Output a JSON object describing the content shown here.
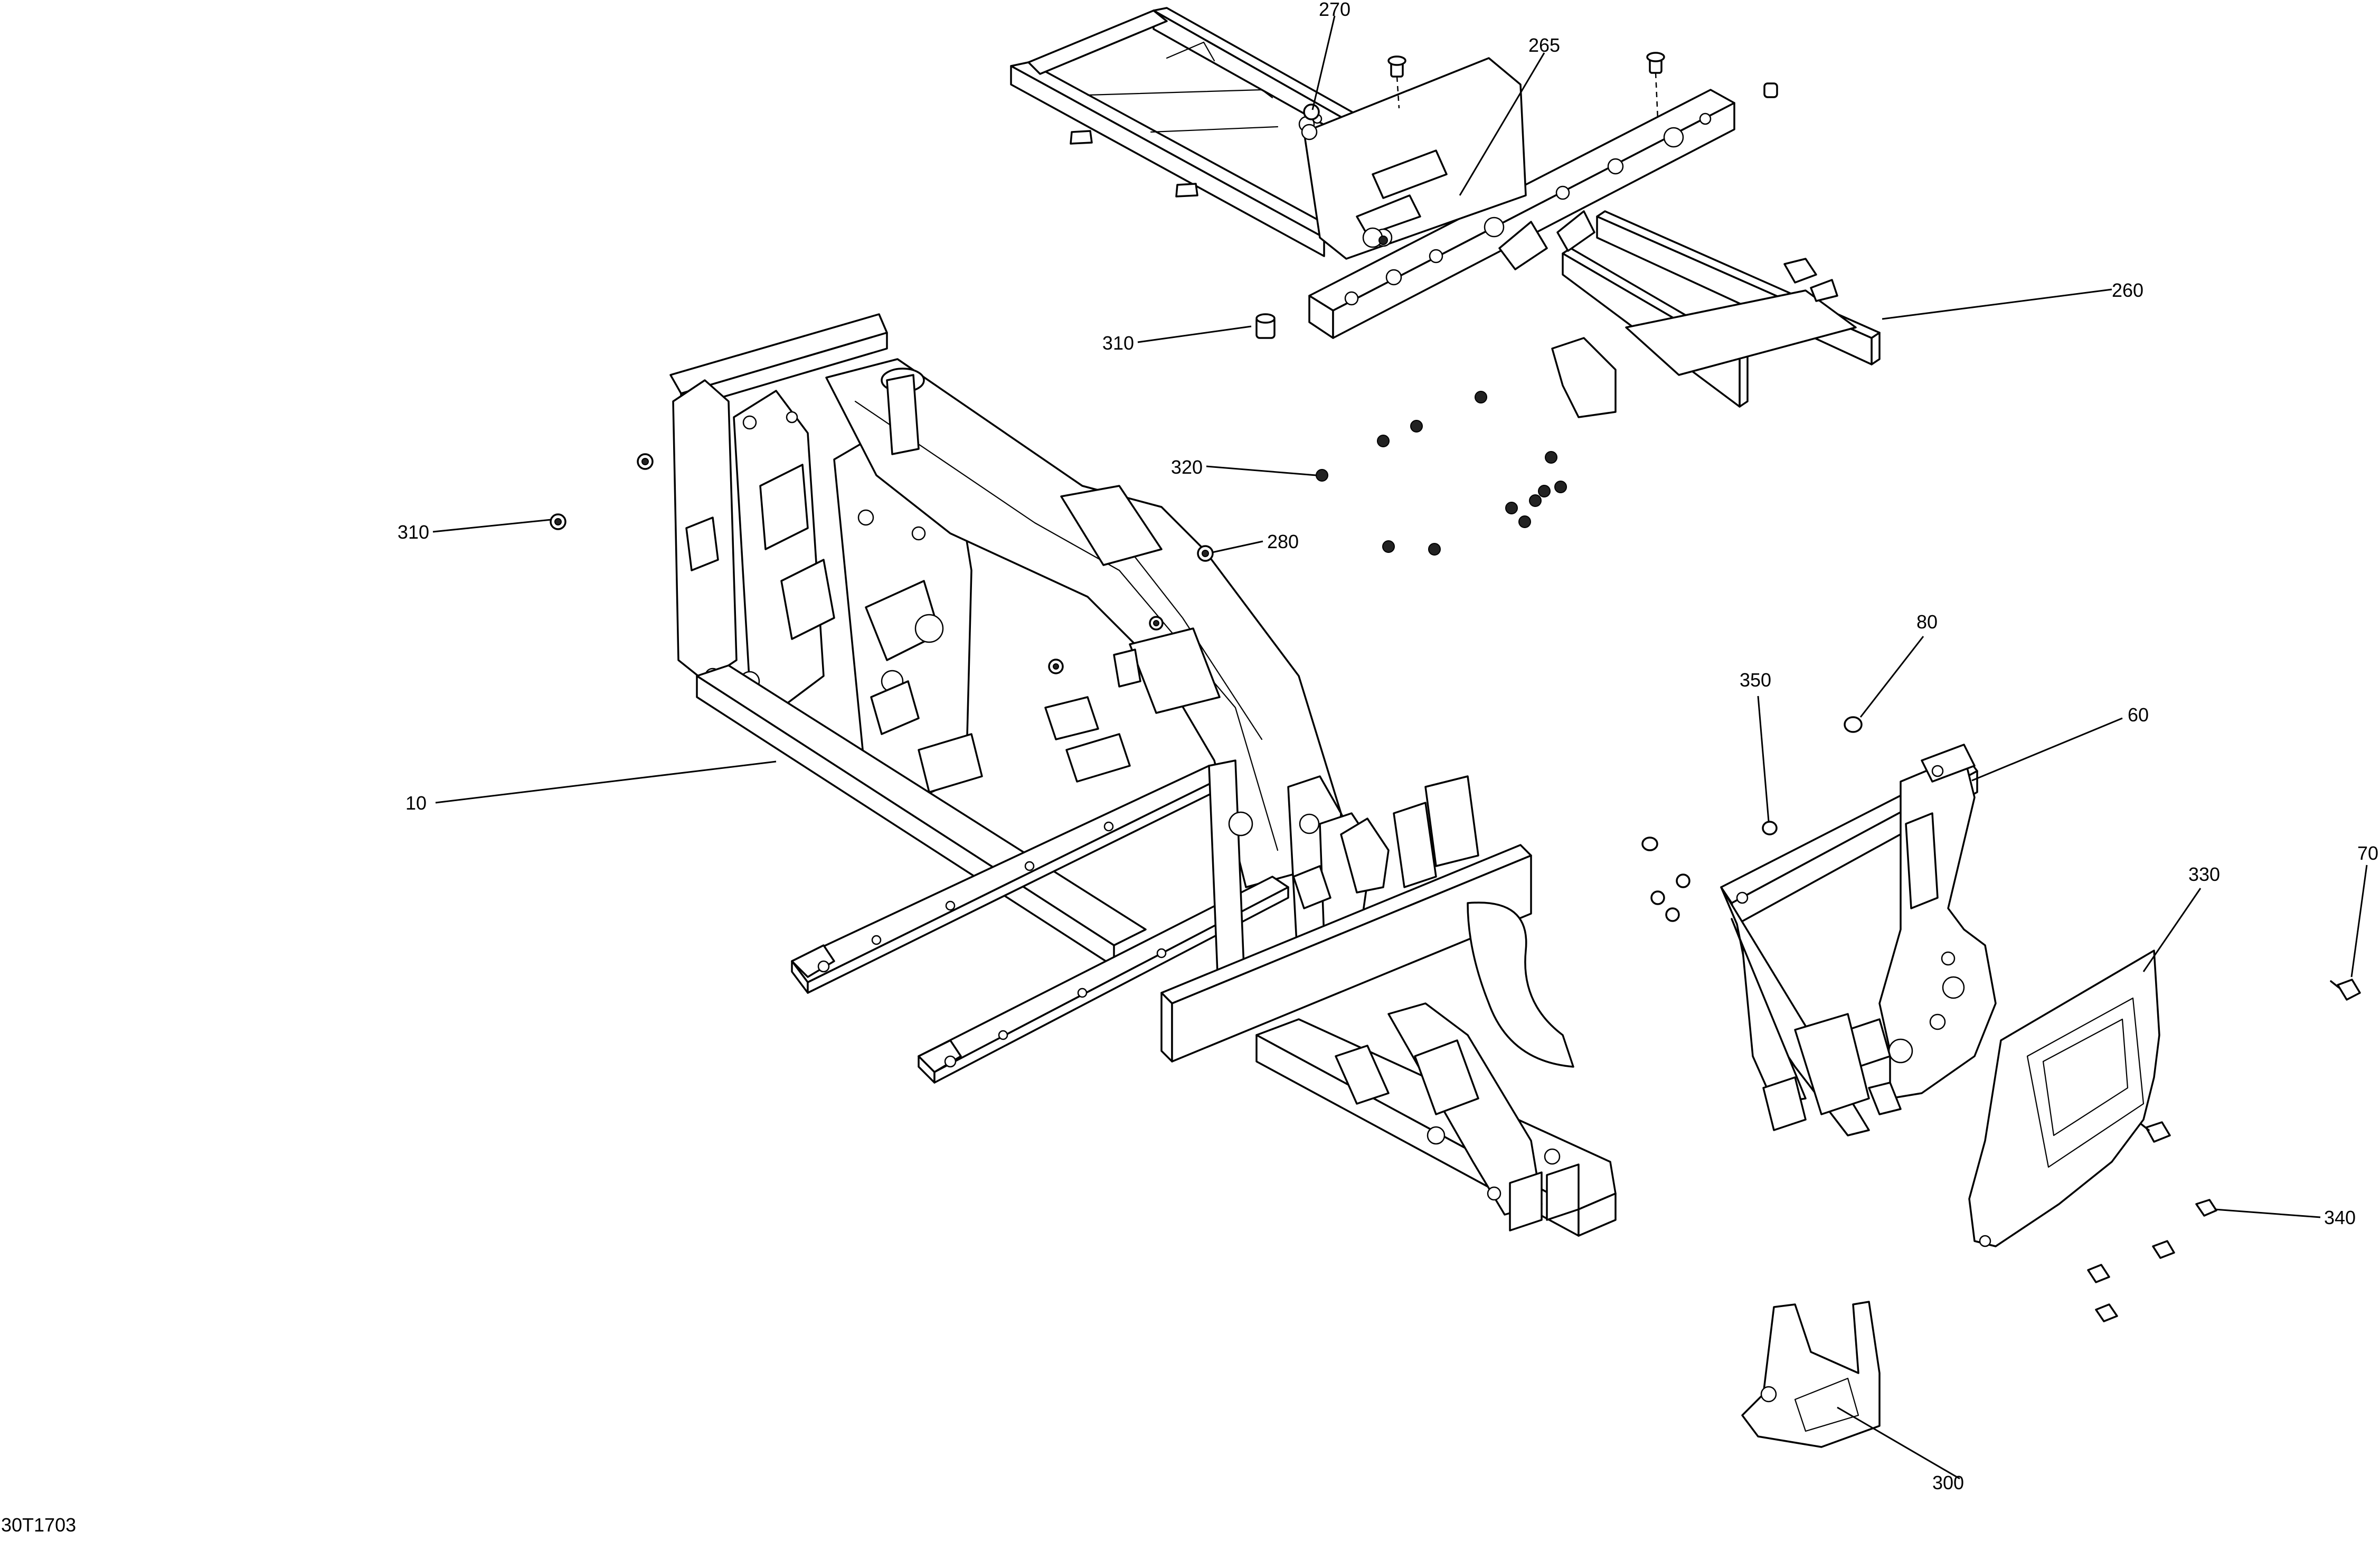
{
  "diagram": {
    "code": "30T1703",
    "callouts": [
      {
        "id": "c270",
        "label": "270"
      },
      {
        "id": "c265",
        "label": "265"
      },
      {
        "id": "c260",
        "label": "260"
      },
      {
        "id": "c310a",
        "label": "310"
      },
      {
        "id": "c310b",
        "label": "310"
      },
      {
        "id": "c320",
        "label": "320"
      },
      {
        "id": "c280",
        "label": "280"
      },
      {
        "id": "c10",
        "label": "10"
      },
      {
        "id": "c80",
        "label": "80"
      },
      {
        "id": "c350",
        "label": "350"
      },
      {
        "id": "c60",
        "label": "60"
      },
      {
        "id": "c330",
        "label": "330"
      },
      {
        "id": "c70",
        "label": "70"
      },
      {
        "id": "c340",
        "label": "340"
      },
      {
        "id": "c300",
        "label": "300"
      }
    ]
  }
}
